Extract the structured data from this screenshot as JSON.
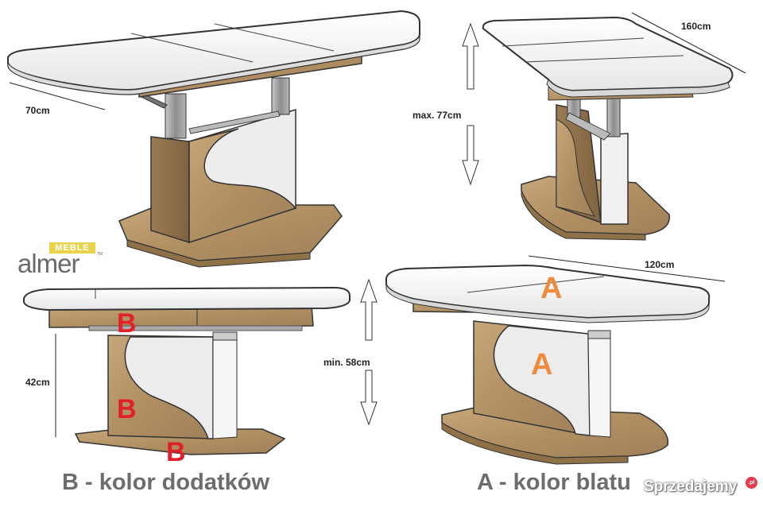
{
  "dimensions": {
    "width_label": "70cm",
    "length_extended_label": "160cm",
    "height_max_label": "max. 77cm",
    "length_label": "120cm",
    "height_min_label": "min. 58cm",
    "base_height_label": "42cm"
  },
  "markers": {
    "a": "A",
    "b": "B"
  },
  "legend": {
    "b_caption": "B - kolor dodatków",
    "a_caption": "A - kolor blatu"
  },
  "brand": {
    "name": "almer",
    "sub": "MEBLE",
    "tm": "TM"
  },
  "watermark": {
    "text": "Sprzedajemy",
    "suffix": ".pl"
  },
  "colors": {
    "top_white": "#f4f4f4",
    "wood": "#b6986c",
    "wood_dark": "#8f7148",
    "steel": "#9a9a9a",
    "marker_a": "#f08a3c",
    "marker_b": "#e0202a",
    "caption_gray": "#6d6d6d"
  }
}
